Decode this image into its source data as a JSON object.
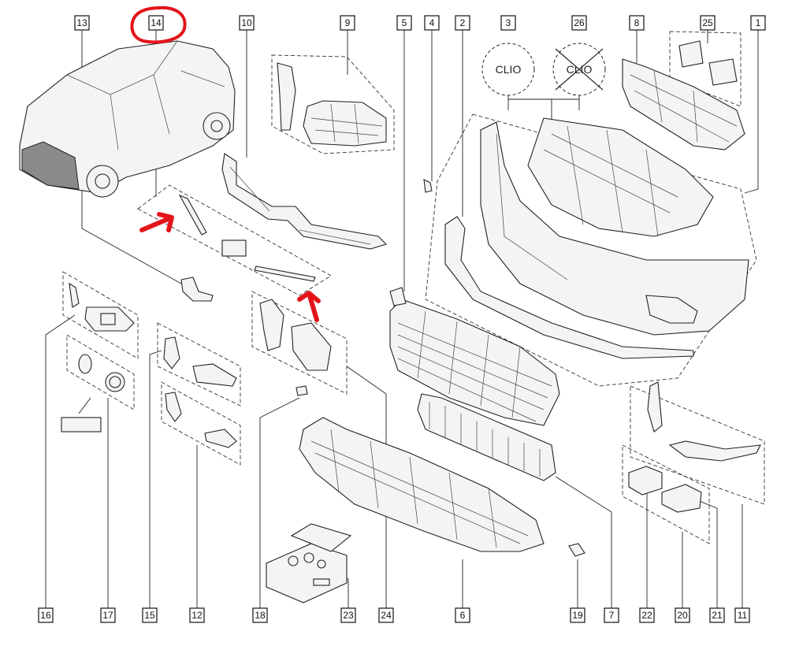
{
  "callouts": [
    {
      "label": "13"
    },
    {
      "label": "14"
    },
    {
      "label": "10"
    },
    {
      "label": "9"
    },
    {
      "label": "5"
    },
    {
      "label": "4"
    },
    {
      "label": "2"
    },
    {
      "label": "3"
    },
    {
      "label": "26"
    },
    {
      "label": "8"
    },
    {
      "label": "25"
    },
    {
      "label": "1"
    },
    {
      "label": "16"
    },
    {
      "label": "17"
    },
    {
      "label": "15"
    },
    {
      "label": "12"
    },
    {
      "label": "18"
    },
    {
      "label": "23"
    },
    {
      "label": "24"
    },
    {
      "label": "6"
    },
    {
      "label": "19"
    },
    {
      "label": "7"
    },
    {
      "label": "22"
    },
    {
      "label": "20"
    },
    {
      "label": "21"
    },
    {
      "label": "11"
    }
  ],
  "badges": [
    {
      "label": "CLIO",
      "crossed": false
    },
    {
      "label": "CLIO",
      "crossed": true
    }
  ],
  "annotations": {
    "highlight_color": "#e4141b",
    "circled_callout": "14"
  }
}
